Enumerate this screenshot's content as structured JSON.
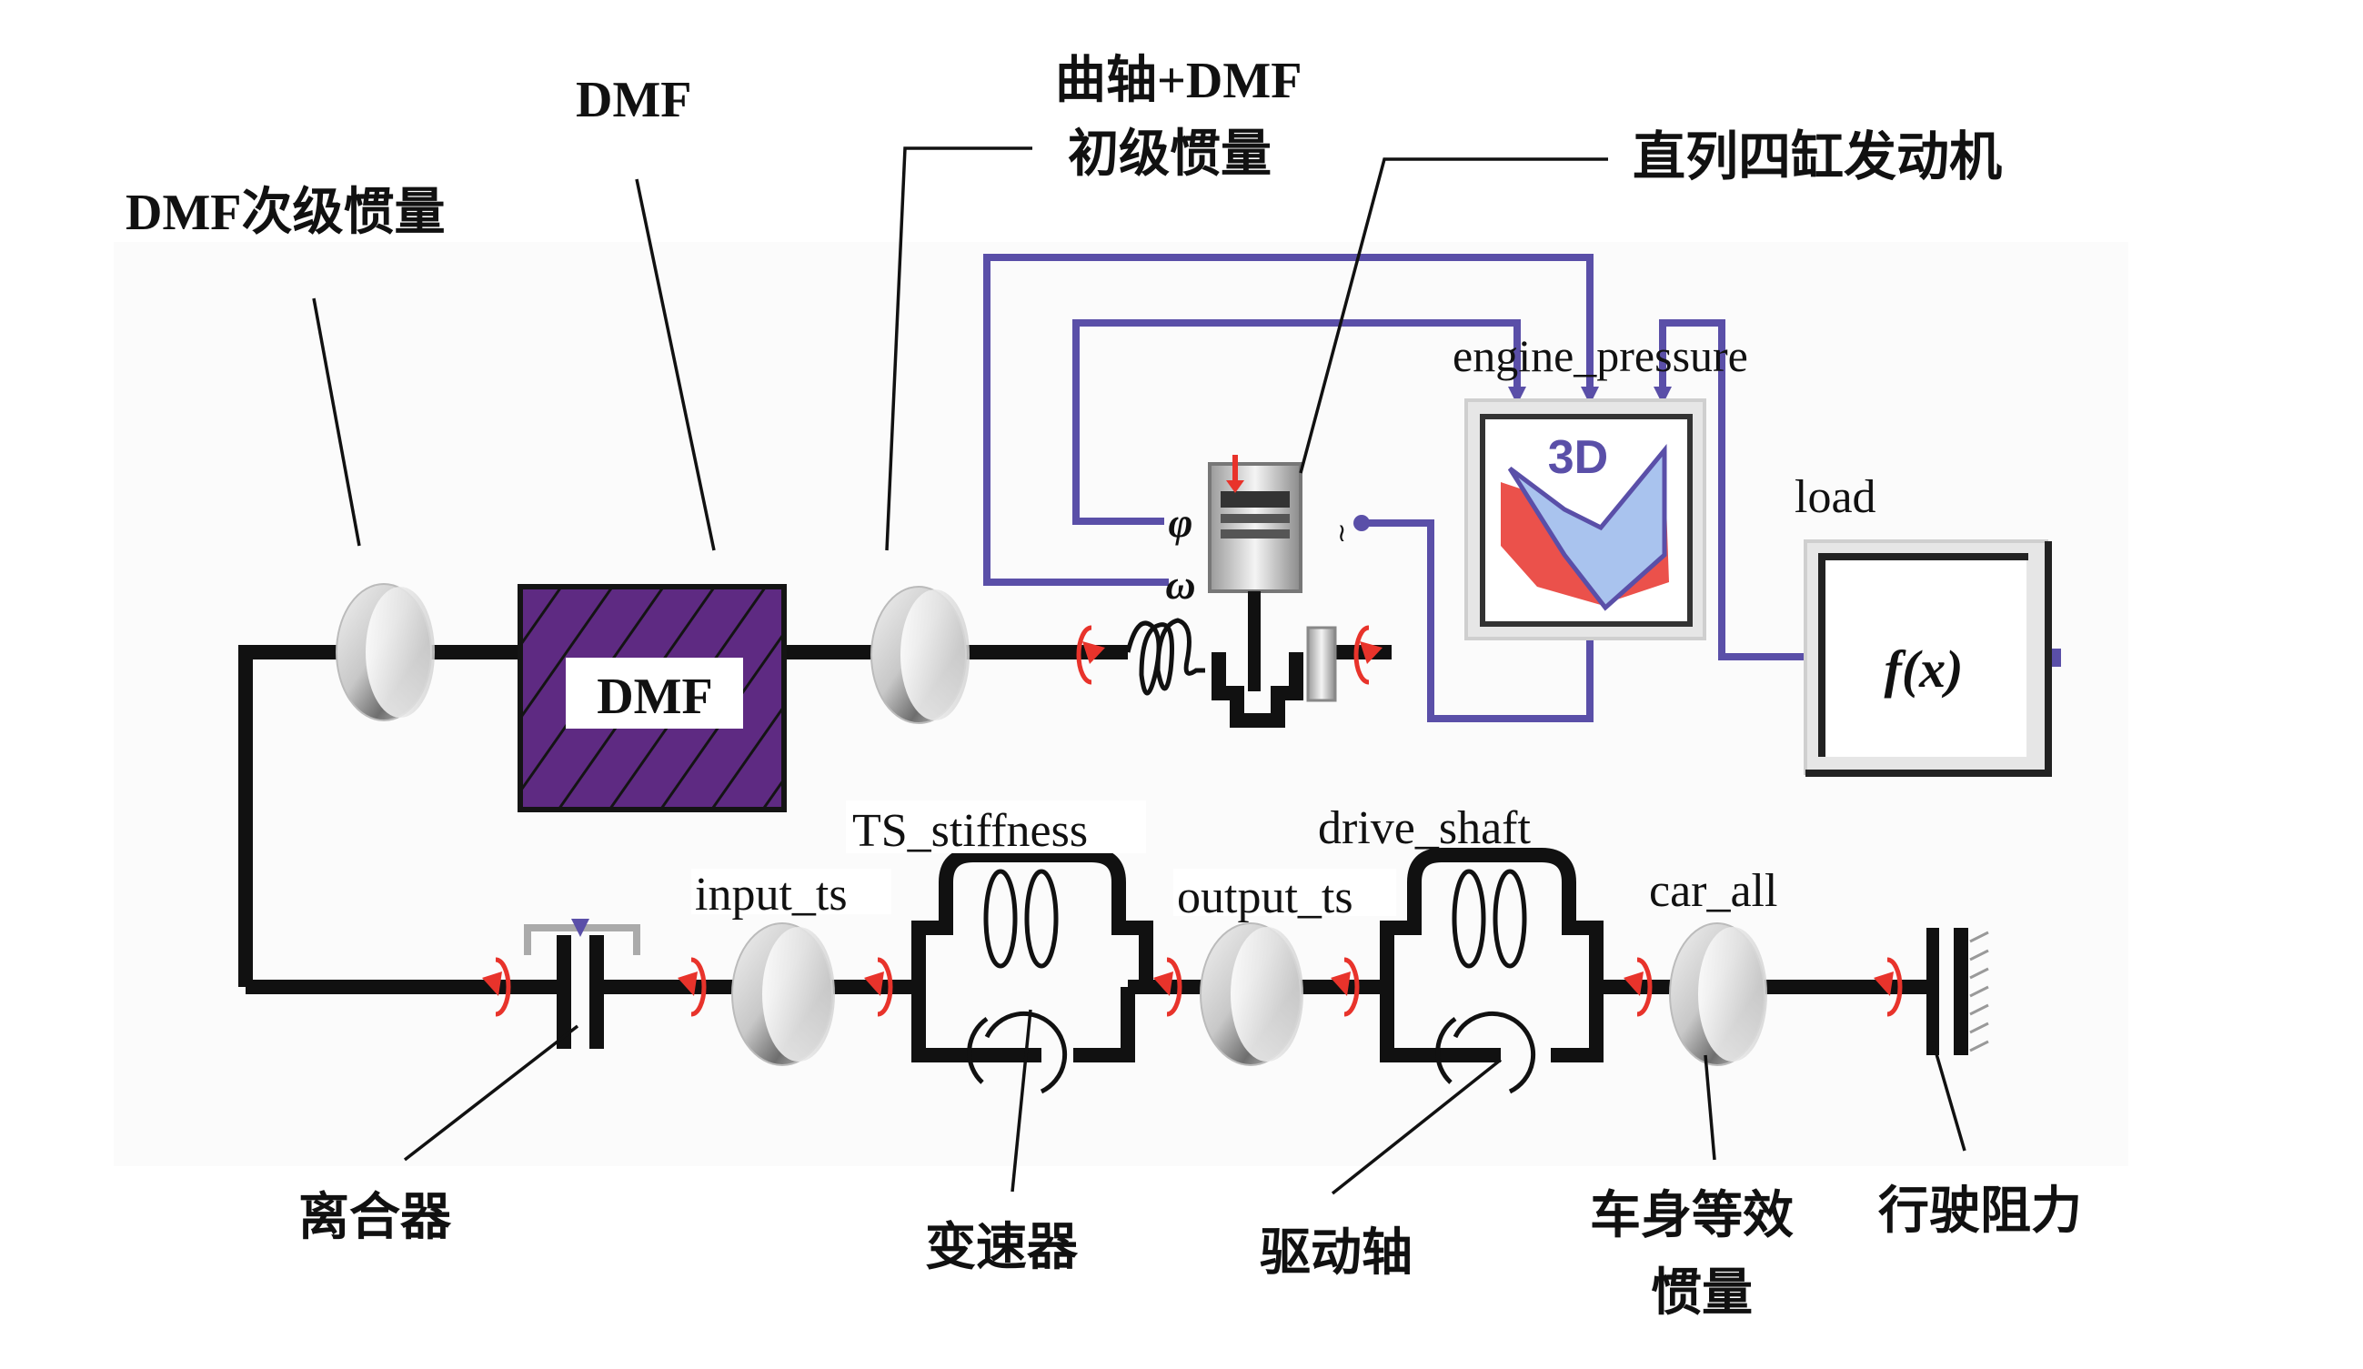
{
  "figure": {
    "annotations": {
      "dmf_secondary_inertia": "DMF次级惯量",
      "dmf": "DMF",
      "crank_dmf_primary_line1": "曲轴+DMF",
      "crank_dmf_primary_line2": "初级惯量",
      "inline_4cyl_engine": "直列四缸发动机",
      "clutch": "离合器",
      "transmission": "变速器",
      "drive_shaft_cn": "驱动轴",
      "vehicle_inertia_line1": "车身等效",
      "vehicle_inertia_line2": "惯量",
      "driving_resistance": "行驶阻力"
    },
    "blocks": {
      "dmf_box_label": "DMF",
      "engine_pressure": "engine_pressure",
      "engine_pressure_icon_text": "3D",
      "load": "load",
      "load_function": "f(x)",
      "engine_port_phi": "φ",
      "engine_port_omega": "ω",
      "ts_stiffness": "TS_stiffness",
      "drive_shaft": "drive_shaft",
      "input_ts": "input_ts",
      "output_ts": "output_ts",
      "car_all": "car_all"
    },
    "colors": {
      "signal_wire": "#5a4fa8",
      "dmf_fill": "#5e2a82",
      "torque_marker": "#e8332b",
      "shaft": "#111111"
    }
  }
}
